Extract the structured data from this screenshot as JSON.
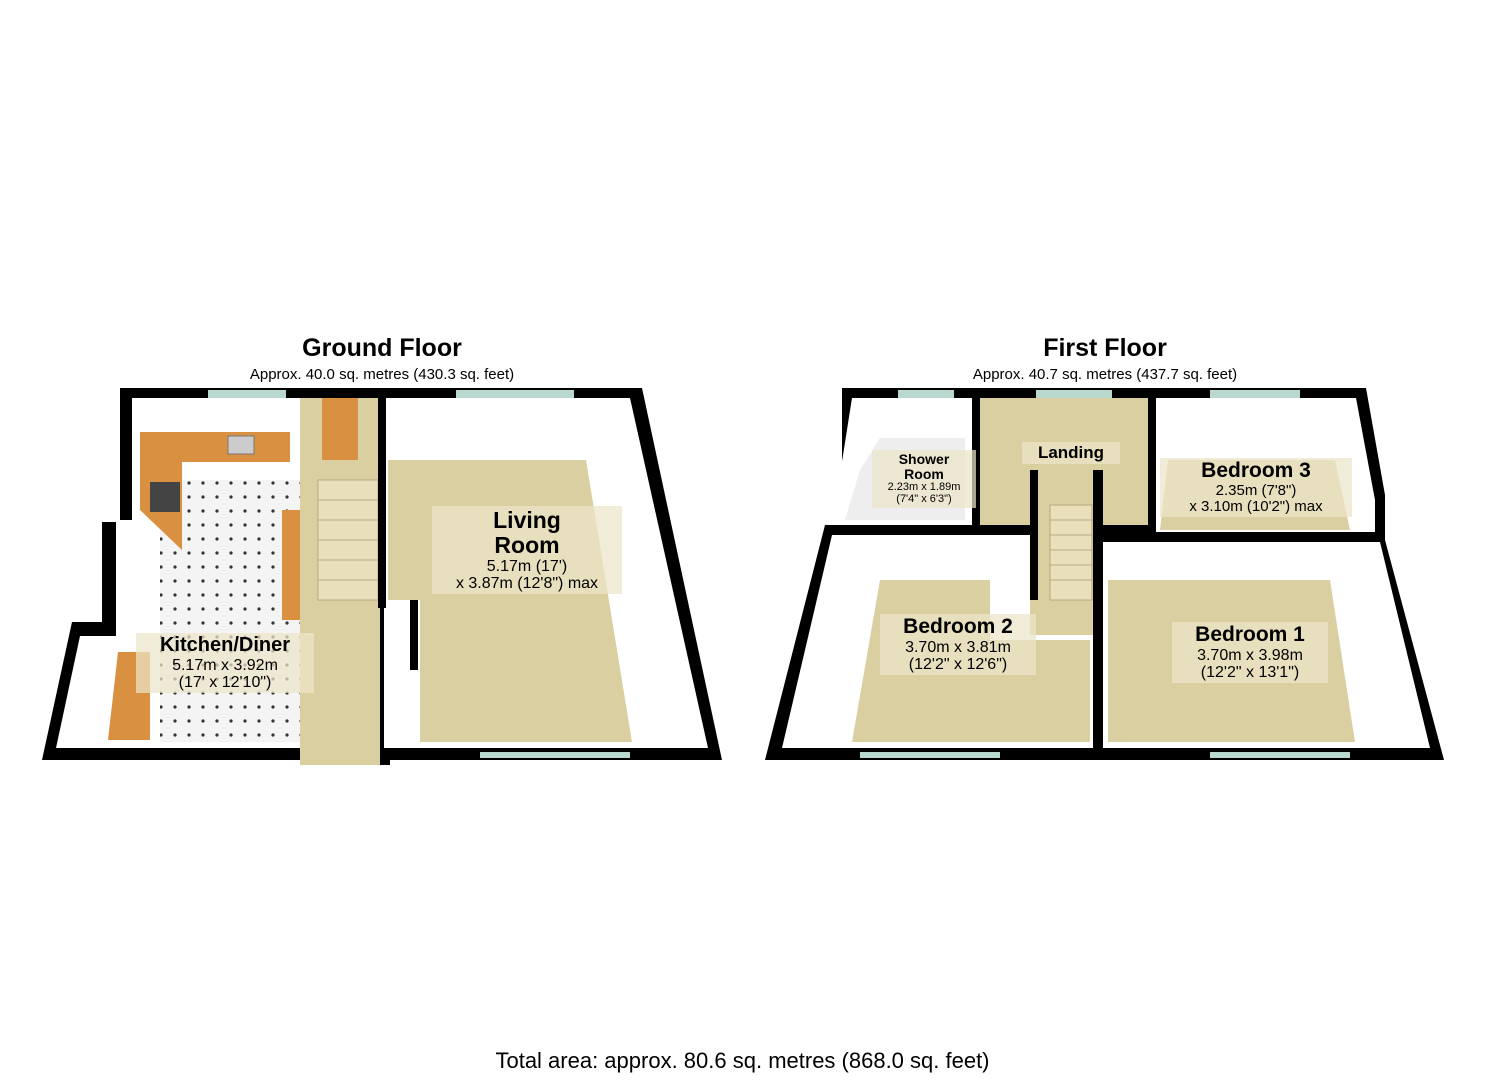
{
  "ground_floor": {
    "title": "Ground Floor",
    "area": "Approx. 40.0 sq. metres (430.3 sq. feet)",
    "rooms": {
      "living_room": {
        "name_line1": "Living",
        "name_line2": "Room",
        "dim1": "5.17m (17')",
        "dim2": "x 3.87m (12'8\") max"
      },
      "kitchen_diner": {
        "name": "Kitchen/Diner",
        "dim1": "5.17m x 3.92m",
        "dim2": "(17' x 12'10\")"
      }
    }
  },
  "first_floor": {
    "title": "First Floor",
    "area": "Approx. 40.7 sq. metres (437.7 sq. feet)",
    "rooms": {
      "shower_room": {
        "name_line1": "Shower",
        "name_line2": "Room",
        "dim1": "2.23m x 1.89m",
        "dim2": "(7'4\" x 6'3\")"
      },
      "landing": {
        "name": "Landing"
      },
      "bedroom_3": {
        "name": "Bedroom 3",
        "dim1": "2.35m (7'8\")",
        "dim2": "x 3.10m (10'2\") max"
      },
      "bedroom_2": {
        "name": "Bedroom 2",
        "dim1": "3.70m x 3.81m",
        "dim2": "(12'2\" x 12'6\")"
      },
      "bedroom_1": {
        "name": "Bedroom 1",
        "dim1": "3.70m x 3.98m",
        "dim2": "(12'2\" x 13'1\")"
      }
    }
  },
  "total_area": "Total area: approx. 80.6 sq. metres (868.0 sq. feet)",
  "colors": {
    "wall": "#000000",
    "carpet": "#d9cfa0",
    "kitchen_tile": "#f2f2f2",
    "worktop": "#d99040",
    "window": "#b8d8d0",
    "inner_wall": "#ffffff"
  }
}
